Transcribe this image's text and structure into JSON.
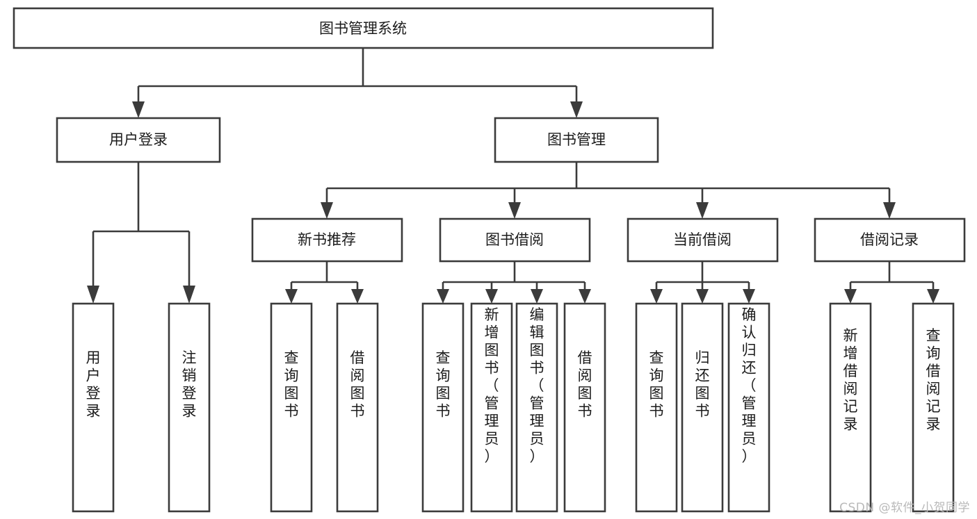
{
  "diagram": {
    "type": "tree-hierarchy-chart",
    "title": "图书管理系统",
    "colors": {
      "background": "#ffffff",
      "box_fill": "#ffffff",
      "box_stroke": "#3b3b3b",
      "text": "#1b1b1b",
      "watermark": "#b9b9b9"
    },
    "nodes": {
      "root": {
        "label": "图书管理系统",
        "level": 0,
        "orientation": "horizontal"
      },
      "user_login": {
        "label": "用户登录",
        "level": 1,
        "orientation": "horizontal"
      },
      "book_manage": {
        "label": "图书管理",
        "level": 1,
        "orientation": "horizontal"
      },
      "new_book_rec": {
        "label": "新书推荐",
        "level": 2,
        "orientation": "horizontal"
      },
      "book_borrow": {
        "label": "图书借阅",
        "level": 2,
        "orientation": "horizontal"
      },
      "current_borrow": {
        "label": "当前借阅",
        "level": 2,
        "orientation": "horizontal"
      },
      "borrow_record": {
        "label": "借阅记录",
        "level": 2,
        "orientation": "horizontal"
      },
      "leaf_user_login": {
        "label": "用户登录",
        "level": 3,
        "orientation": "vertical"
      },
      "leaf_logout": {
        "label": "注销登录",
        "level": 3,
        "orientation": "vertical"
      },
      "leaf_query_book_1": {
        "label": "查询图书",
        "level": 3,
        "orientation": "vertical"
      },
      "leaf_borrow_book_1": {
        "label": "借阅图书",
        "level": 3,
        "orientation": "vertical"
      },
      "leaf_query_book_2": {
        "label": "查询图书",
        "level": 3,
        "orientation": "vertical"
      },
      "leaf_add_book": {
        "label": "新增图书（管理员）",
        "level": 3,
        "orientation": "vertical"
      },
      "leaf_edit_book": {
        "label": "编辑图书（管理员）",
        "level": 3,
        "orientation": "vertical"
      },
      "leaf_borrow_book_2": {
        "label": "借阅图书",
        "level": 3,
        "orientation": "vertical"
      },
      "leaf_query_book_3": {
        "label": "查询图书",
        "level": 3,
        "orientation": "vertical"
      },
      "leaf_return_book": {
        "label": "归还图书",
        "level": 3,
        "orientation": "vertical"
      },
      "leaf_confirm_return": {
        "label": "确认归还（管理员）",
        "level": 3,
        "orientation": "vertical"
      },
      "leaf_add_record": {
        "label": "新增借阅记录",
        "level": 3,
        "orientation": "vertical"
      },
      "leaf_query_record": {
        "label": "查询借阅记录",
        "level": 3,
        "orientation": "vertical"
      }
    },
    "edges": [
      {
        "from": "root",
        "to": "user_login"
      },
      {
        "from": "root",
        "to": "book_manage"
      },
      {
        "from": "book_manage",
        "to": "new_book_rec"
      },
      {
        "from": "book_manage",
        "to": "book_borrow"
      },
      {
        "from": "book_manage",
        "to": "current_borrow"
      },
      {
        "from": "book_manage",
        "to": "borrow_record"
      },
      {
        "from": "user_login",
        "to": "leaf_user_login"
      },
      {
        "from": "user_login",
        "to": "leaf_logout"
      },
      {
        "from": "new_book_rec",
        "to": "leaf_query_book_1"
      },
      {
        "from": "new_book_rec",
        "to": "leaf_borrow_book_1"
      },
      {
        "from": "book_borrow",
        "to": "leaf_query_book_2"
      },
      {
        "from": "book_borrow",
        "to": "leaf_add_book"
      },
      {
        "from": "book_borrow",
        "to": "leaf_edit_book"
      },
      {
        "from": "book_borrow",
        "to": "leaf_borrow_book_2"
      },
      {
        "from": "current_borrow",
        "to": "leaf_query_book_3"
      },
      {
        "from": "current_borrow",
        "to": "leaf_return_book"
      },
      {
        "from": "current_borrow",
        "to": "leaf_confirm_return"
      },
      {
        "from": "borrow_record",
        "to": "leaf_add_record"
      },
      {
        "from": "borrow_record",
        "to": "leaf_query_record"
      }
    ]
  },
  "watermark": {
    "text": "CSDN @软件_小贺同学"
  }
}
